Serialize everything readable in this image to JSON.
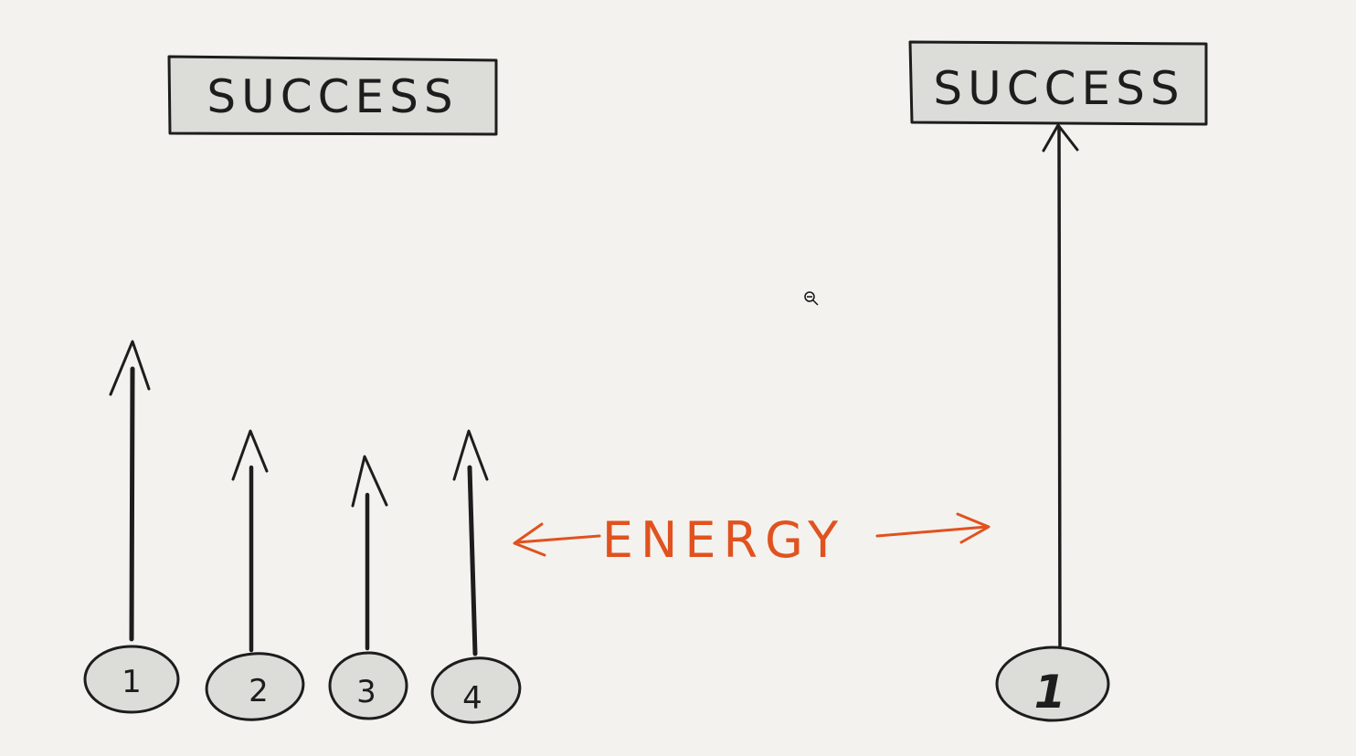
{
  "left_group": {
    "success_label": "SUCCESS",
    "items": [
      {
        "number": "1"
      },
      {
        "number": "2"
      },
      {
        "number": "3"
      },
      {
        "number": "4"
      }
    ]
  },
  "right_group": {
    "success_label": "SUCCESS",
    "number": "1"
  },
  "energy_label": "ENERGY",
  "colors": {
    "ink": "#1d1d1d",
    "accent": "#e0521f",
    "box_fill": "#dcdcd9",
    "background": "#f3f2ee"
  },
  "cursor_icon": "zoom-out-icon"
}
